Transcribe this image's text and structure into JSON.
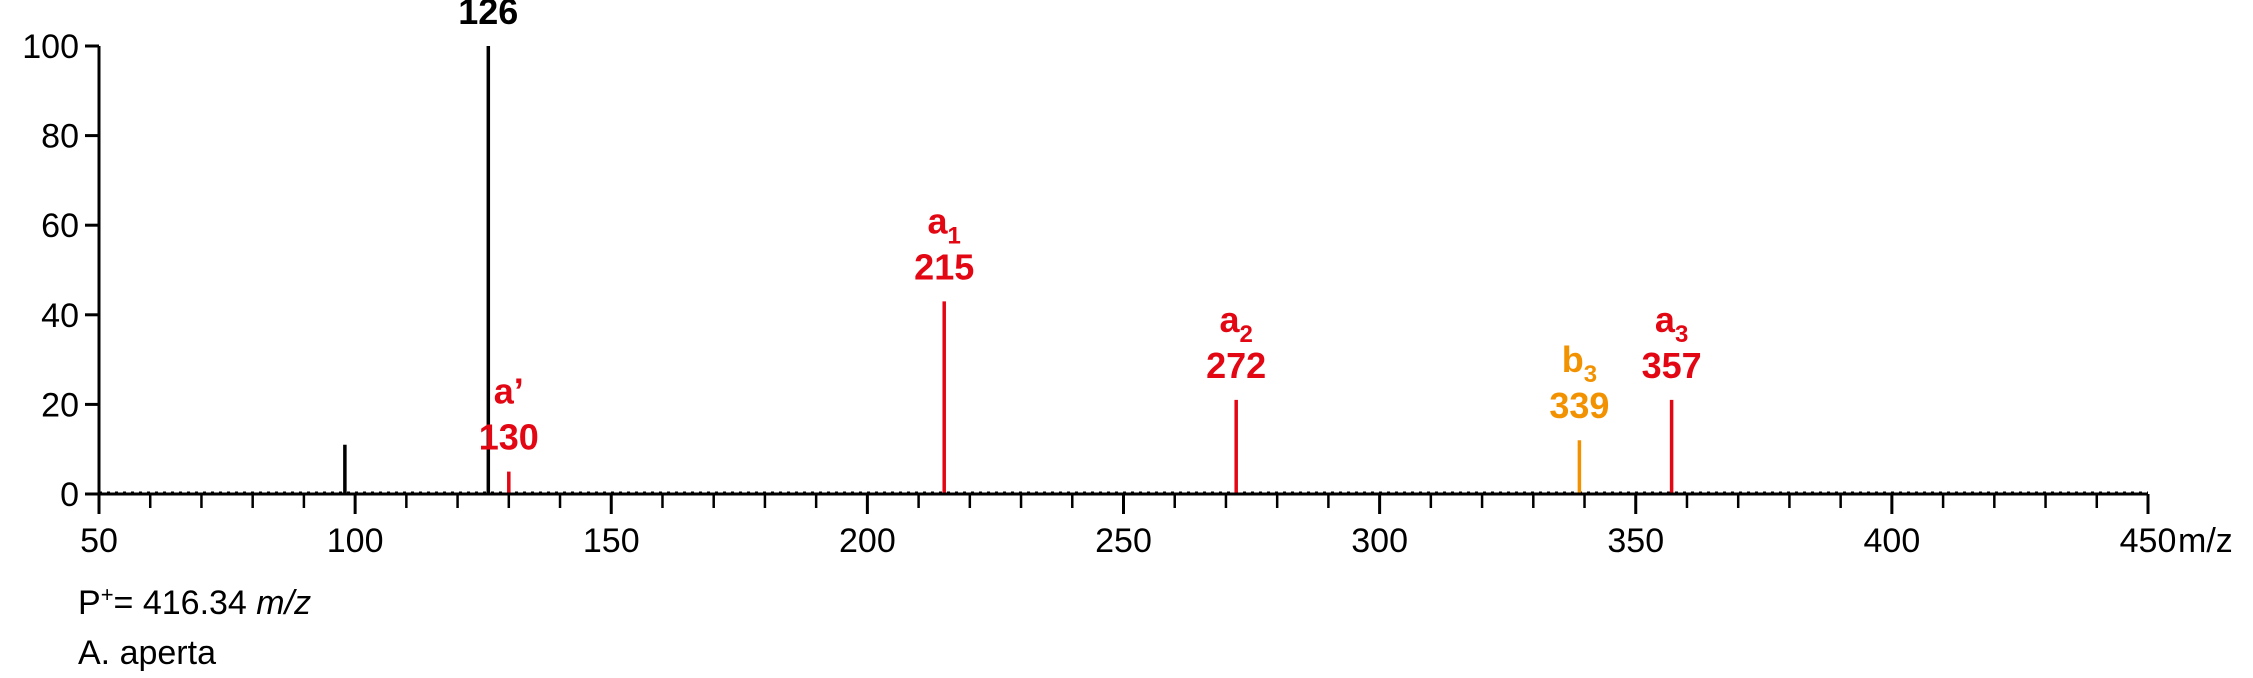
{
  "chart_data": {
    "type": "bar",
    "subtype": "mass-spectrum",
    "title": "",
    "xlabel": "m/z",
    "ylabel": "",
    "xlim": [
      50,
      450
    ],
    "ylim": [
      0,
      100
    ],
    "x_ticks": [
      50,
      100,
      150,
      200,
      250,
      300,
      350,
      400,
      450
    ],
    "y_ticks": [
      0,
      20,
      40,
      60,
      80,
      100
    ],
    "x_unit_label": "m/z",
    "grid": false,
    "legend": "none",
    "peaks": [
      {
        "mz": 98,
        "intensity": 11,
        "ion": "",
        "label": "",
        "color": "#000000"
      },
      {
        "mz": 126,
        "intensity": 100,
        "ion": "",
        "label": "126",
        "color": "#000000"
      },
      {
        "mz": 130,
        "intensity": 5,
        "ion": "a’",
        "ion_sub": "",
        "label": "130",
        "color": "#e30613"
      },
      {
        "mz": 215,
        "intensity": 43,
        "ion": "a",
        "ion_sub": "1",
        "label": "215",
        "color": "#e30613"
      },
      {
        "mz": 272,
        "intensity": 21,
        "ion": "a",
        "ion_sub": "2",
        "label": "272",
        "color": "#e30613"
      },
      {
        "mz": 339,
        "intensity": 12,
        "ion": "b",
        "ion_sub": "3",
        "label": "339",
        "color": "#f39200"
      },
      {
        "mz": 357,
        "intensity": 21,
        "ion": "a",
        "ion_sub": "3",
        "label": "357",
        "color": "#e30613"
      }
    ],
    "colors": {
      "axis": "#000000",
      "a_series": "#e30613",
      "b_series": "#f39200",
      "base": "#000000"
    }
  },
  "annotations": {
    "precursor_prefix": "P",
    "precursor_sup": "+",
    "precursor_value": "= 416.34 ",
    "precursor_unit": "m/z",
    "species": "A. aperta"
  }
}
